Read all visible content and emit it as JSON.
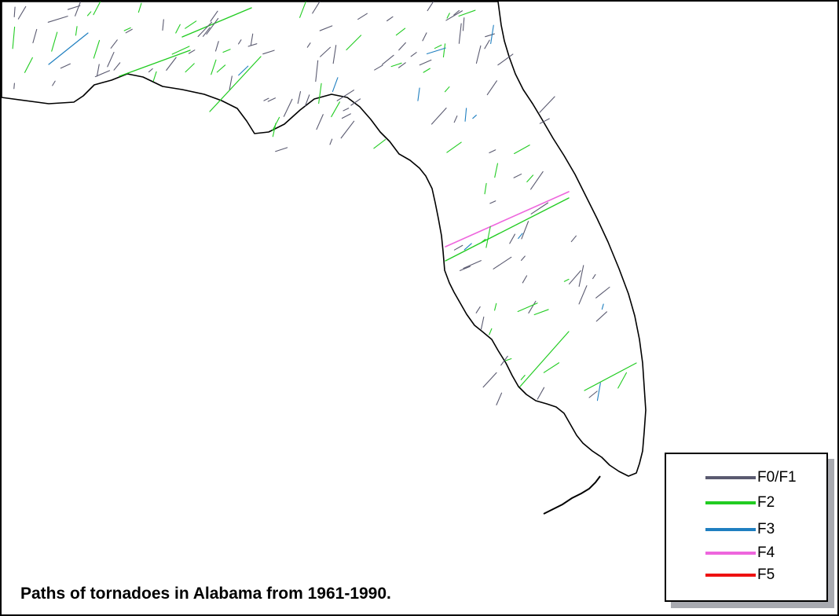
{
  "caption": "Paths of tornadoes in Alabama from 1961-1990.",
  "legend": {
    "items": [
      {
        "label": "F0/F1",
        "color": "#5a5a70"
      },
      {
        "label": "F2",
        "color": "#22cc22"
      },
      {
        "label": "F3",
        "color": "#1f7fc0"
      },
      {
        "label": "F4",
        "color": "#ee66dd"
      },
      {
        "label": "F5",
        "color": "#ee1111"
      }
    ]
  },
  "map": {
    "land_outline_color": "#000000",
    "background_color": "#ffffff"
  }
}
